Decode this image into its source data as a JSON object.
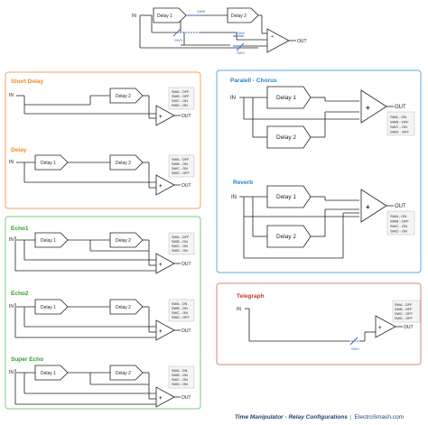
{
  "labels": {
    "in": "IN",
    "out": "OUT",
    "delay1": "Delay 1",
    "delay2": "Delay 2",
    "plus": "+"
  },
  "switches": {
    "swa": "SWA",
    "swb": "SWB",
    "swc": "SWC",
    "swd": "SWD"
  },
  "sections": {
    "short_delay": {
      "title": "Short Delay",
      "states": [
        "SWA - OFF",
        "SWB - OFF",
        "SWC - ON",
        "SWD - ON"
      ]
    },
    "delay": {
      "title": "Delay",
      "states": [
        "SWA - OFF",
        "SWB - ON",
        "SWC - ON",
        "SWD - OFF"
      ]
    },
    "echo1": {
      "title": "Echo1",
      "states": [
        "SWA - OFF",
        "SWB - ON",
        "SWC - ON",
        "SWD - ON"
      ]
    },
    "echo2": {
      "title": "Echo2",
      "states": [
        "SWA - ON",
        "SWB - ON",
        "SWC - ON",
        "SWD - OFF"
      ]
    },
    "super_echo": {
      "title": "Super Echo",
      "states": [
        "SWA - ON",
        "SWB - ON",
        "SWC - ON",
        "SWD - ON"
      ]
    },
    "parallel_chorus": {
      "title": "Paralell - Chorus",
      "states": [
        "SWA - ON",
        "SWB - OFF",
        "SWC - ON",
        "SWD - OFF"
      ]
    },
    "reverb": {
      "title": "Reverb",
      "states": [
        "SWA - ON",
        "SWB - OFF",
        "SWC - ON",
        "SWD - ON"
      ]
    },
    "telegraph": {
      "title": "Telegraph",
      "states": [
        "SWA - OFF",
        "SWB - OFF",
        "SWC - OFF",
        "SWD - OFF"
      ]
    }
  },
  "footer": {
    "title": "Time Manipulator - Relay Configurations",
    "brand": "ElectroSmash.com"
  },
  "colors": {
    "line": "#222222",
    "orange": "#f4a460",
    "orange_title": "#f08a24",
    "green": "#7ccd7c",
    "green_title": "#2ea02e",
    "blue": "#5aa9e6",
    "blue_title": "#2b7fc4",
    "red": "#d98080",
    "red_title": "#c0392b",
    "switch": "#3a6fb0",
    "box_fill": "#f4f4f4"
  }
}
